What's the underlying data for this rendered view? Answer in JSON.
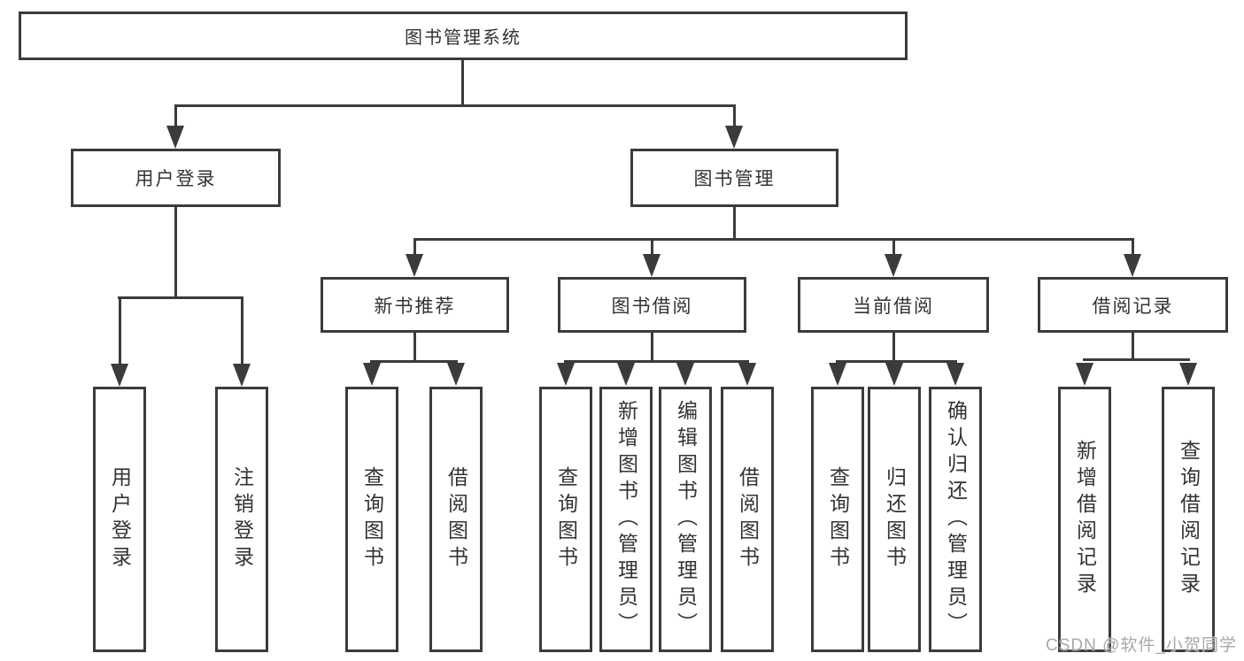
{
  "tree": {
    "root": {
      "label": "图书管理系统"
    },
    "branches": [
      {
        "label": "用户登录",
        "children": [
          {
            "label": "用户登录"
          },
          {
            "label": "注销登录"
          }
        ]
      },
      {
        "label": "图书管理",
        "children": [
          {
            "label": "新书推荐",
            "children": [
              {
                "label": "查询图书"
              },
              {
                "label": "借阅图书"
              }
            ]
          },
          {
            "label": "图书借阅",
            "children": [
              {
                "label": "查询图书"
              },
              {
                "label": "新增图书（管理员）"
              },
              {
                "label": "编辑图书（管理员）"
              },
              {
                "label": "借阅图书"
              }
            ]
          },
          {
            "label": "当前借阅",
            "children": [
              {
                "label": "查询图书"
              },
              {
                "label": "归还图书"
              },
              {
                "label": "确认归还（管理员）"
              }
            ]
          },
          {
            "label": "借阅记录",
            "children": [
              {
                "label": "新增借阅记录"
              },
              {
                "label": "查询借阅记录"
              }
            ]
          }
        ]
      }
    ]
  },
  "watermark": {
    "text": "CSDN @软件_小贺同学"
  },
  "colors": {
    "line": "#3b3b3b",
    "text": "#333333",
    "background": "#ffffff",
    "watermark": "#a8a8a8"
  }
}
